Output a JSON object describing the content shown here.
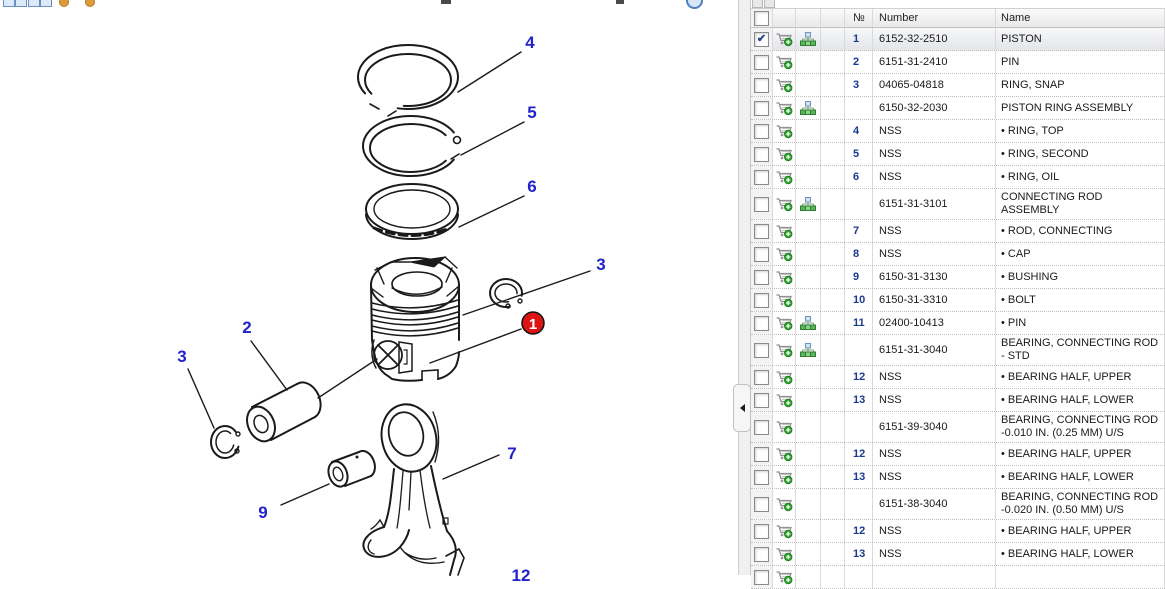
{
  "diagram": {
    "callouts": [
      {
        "id": "ring-top",
        "label": "4"
      },
      {
        "id": "ring-second",
        "label": "5"
      },
      {
        "id": "ring-oil",
        "label": "6"
      },
      {
        "id": "snap-ring-right",
        "label": "3"
      },
      {
        "id": "pin",
        "label": "2"
      },
      {
        "id": "snap-ring-left",
        "label": "3"
      },
      {
        "id": "piston-badge",
        "label": "1"
      },
      {
        "id": "connecting-rod",
        "label": "7"
      },
      {
        "id": "bushing",
        "label": "9"
      },
      {
        "id": "bearing",
        "label": "12"
      }
    ],
    "colors": {
      "callout_blue": "#2222cc",
      "badge_red": "#dc1414",
      "line_black": "#1a1a1a"
    }
  },
  "table": {
    "headers": {
      "num": "№",
      "number": "Number",
      "name": "Name"
    },
    "colors": {
      "row_num_navy": "#1b3a8f",
      "cart_green": "#2fa32f"
    },
    "rows": [
      {
        "num": "1",
        "number": "6152-32-2510",
        "name": "PISTON",
        "checked": true,
        "selected": true,
        "tree": true
      },
      {
        "num": "2",
        "number": "6151-31-2410",
        "name": "PIN"
      },
      {
        "num": "3",
        "number": "04065-04818",
        "name": "RING, SNAP"
      },
      {
        "num": "",
        "number": "6150-32-2030",
        "name": "PISTON RING ASSEMBLY",
        "tree": true
      },
      {
        "num": "4",
        "number": "NSS",
        "name": "• RING, TOP"
      },
      {
        "num": "5",
        "number": "NSS",
        "name": "• RING, SECOND"
      },
      {
        "num": "6",
        "number": "NSS",
        "name": "• RING, OIL"
      },
      {
        "num": "",
        "number": "6151-31-3101",
        "name": "CONNECTING ROD ASSEMBLY",
        "tree": true
      },
      {
        "num": "7",
        "number": "NSS",
        "name": "• ROD, CONNECTING"
      },
      {
        "num": "8",
        "number": "NSS",
        "name": "• CAP"
      },
      {
        "num": "9",
        "number": "6150-31-3130",
        "name": "• BUSHING"
      },
      {
        "num": "10",
        "number": "6150-31-3310",
        "name": "• BOLT"
      },
      {
        "num": "11",
        "number": "02400-10413",
        "name": "• PIN",
        "tree": true
      },
      {
        "num": "",
        "number": "6151-31-3040",
        "name": "BEARING, CONNECTING ROD - STD",
        "tree": true
      },
      {
        "num": "12",
        "number": "NSS",
        "name": "• BEARING HALF, UPPER"
      },
      {
        "num": "13",
        "number": "NSS",
        "name": "• BEARING HALF, LOWER"
      },
      {
        "num": "",
        "number": "6151-39-3040",
        "name": "BEARING, CONNECTING ROD -0.010 IN. (0.25 MM) U/S"
      },
      {
        "num": "12",
        "number": "NSS",
        "name": "• BEARING HALF, UPPER"
      },
      {
        "num": "13",
        "number": "NSS",
        "name": "• BEARING HALF, LOWER"
      },
      {
        "num": "",
        "number": "6151-38-3040",
        "name": "BEARING, CONNECTING ROD -0.020 IN. (0.50 MM) U/S"
      },
      {
        "num": "12",
        "number": "NSS",
        "name": "• BEARING HALF, UPPER"
      },
      {
        "num": "13",
        "number": "NSS",
        "name": "• BEARING HALF, LOWER"
      }
    ]
  }
}
